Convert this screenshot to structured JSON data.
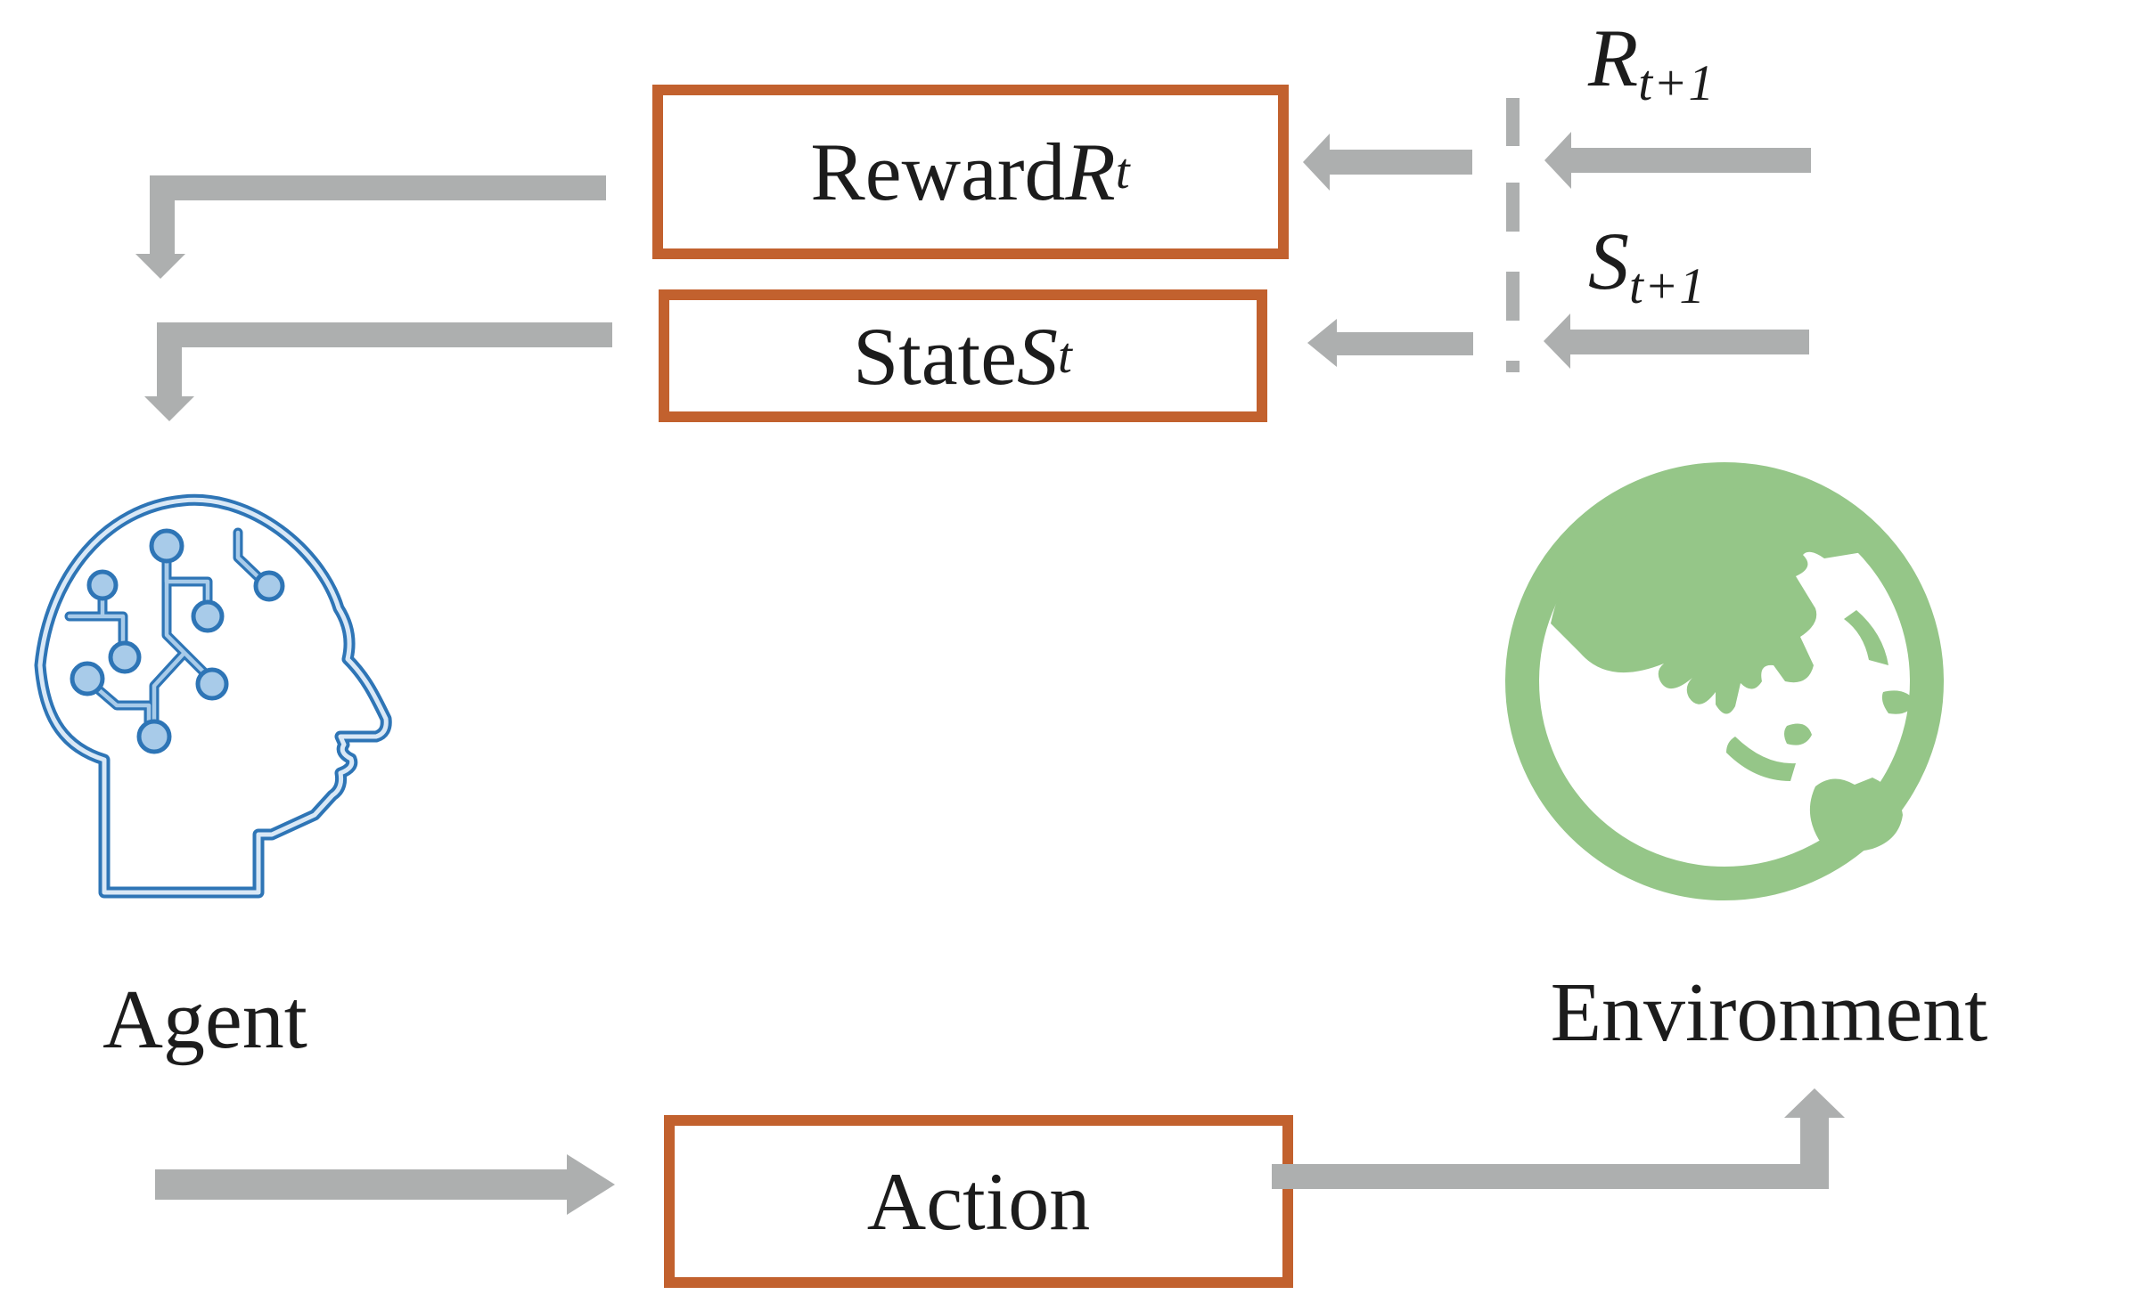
{
  "diagram": {
    "boxes": {
      "reward": {
        "text": "Reward ",
        "symbol": "R",
        "subscript": "t"
      },
      "state": {
        "text": "State ",
        "symbol": "S",
        "subscript": "t"
      },
      "action": {
        "text": "Action"
      }
    },
    "signals": {
      "reward_next": {
        "symbol": "R",
        "subscript": "t+1"
      },
      "state_next": {
        "symbol": "S",
        "subscript": "t+1"
      }
    },
    "entities": {
      "agent": {
        "label": "Agent",
        "icon": "circuit-brain-head-icon"
      },
      "environment": {
        "label": "Environment",
        "icon": "globe-icon"
      }
    },
    "colors": {
      "box_border": "#C2612E",
      "arrow_gray": "#ADAFAF",
      "agent_blue": "#2E75B6",
      "agent_blue_light": "#A8CBE9",
      "environment_green": "#95C688",
      "text": "#1C1C1C"
    }
  }
}
